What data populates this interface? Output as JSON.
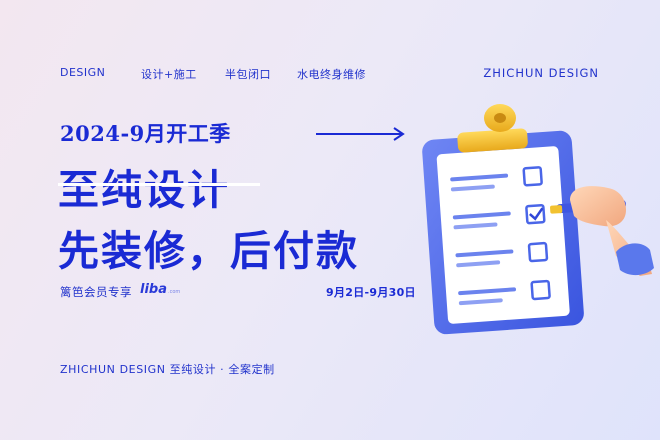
{
  "nav": {
    "design": "DESIGN",
    "item1": "设计+施工",
    "item2": "半包闭口",
    "item3": "水电终身维修",
    "brand": "ZHICHUN DESIGN"
  },
  "promo": {
    "date_title": "2024-9月开工季",
    "headline_line1": "至纯设计",
    "headline_line2": "先装修，后付款",
    "member_text": "篱笆会员专享",
    "logo": "liba",
    "logo_sub": ".com",
    "period": "9月2日-9月30日"
  },
  "footer": {
    "text": "ZHICHUN DESIGN 至纯设计 · 全案定制"
  },
  "colors": {
    "accent": "#1a2ad4",
    "clipboard_blue": "#4a66e8",
    "clip_gold": "#f2c230"
  },
  "icons": {
    "arrow": "arrow-right-icon",
    "illustration": "clipboard-checklist-icon"
  }
}
